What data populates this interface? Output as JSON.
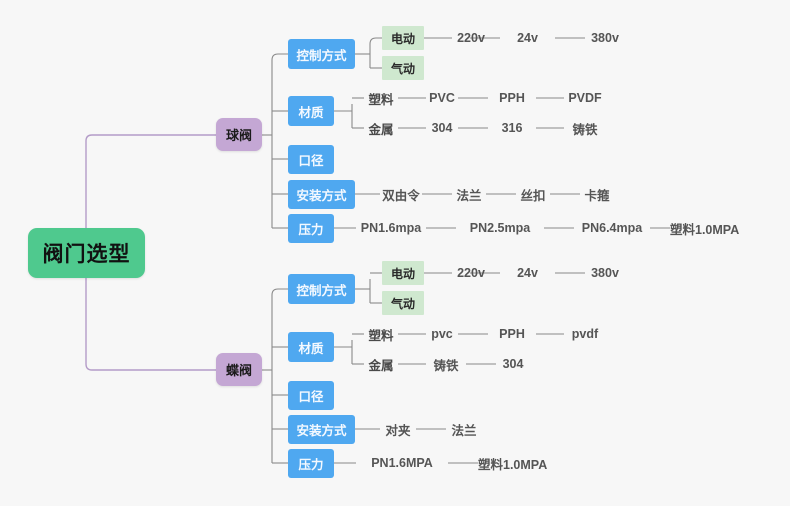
{
  "title": "阀门选型思维导图",
  "colors": {
    "background": "#f7f7f7",
    "root": "#4fc98e",
    "valve": "#c4a7d4",
    "attribute": "#4fa8f0",
    "mode": "#cfe8cf",
    "link": "#8a8a8a",
    "root_link": "#b49cc8",
    "leaf_text": "#555555"
  },
  "root": {
    "label": "阀门选型"
  },
  "branches": [
    {
      "id": "ball-valve",
      "label": "球阀",
      "attributes": [
        {
          "id": "control-mode",
          "label": "控制方式",
          "modes": [
            {
              "label": "电动",
              "leaves": [
                "220v",
                "24v",
                "380v"
              ]
            },
            {
              "label": "气动",
              "leaves": []
            }
          ],
          "leaves": []
        },
        {
          "id": "material",
          "label": "材质",
          "modes": [],
          "groups": [
            {
              "label": "塑料",
              "leaves": [
                "PVC",
                "PPH",
                "PVDF"
              ]
            },
            {
              "label": "金属",
              "leaves": [
                "304",
                "316",
                "铸铁"
              ]
            }
          ],
          "leaves": []
        },
        {
          "id": "caliber",
          "label": "口径",
          "leaves": []
        },
        {
          "id": "install-mode",
          "label": "安装方式",
          "leaves": [
            "双由令",
            "法兰",
            "丝扣",
            "卡箍"
          ]
        },
        {
          "id": "pressure",
          "label": "压力",
          "leaves": [
            "PN1.6mpa",
            "PN2.5mpa",
            "PN6.4mpa",
            "塑料1.0MPA"
          ]
        }
      ]
    },
    {
      "id": "butterfly-valve",
      "label": "蝶阀",
      "attributes": [
        {
          "id": "control-mode",
          "label": "控制方式",
          "modes": [
            {
              "label": "电动",
              "leaves": [
                "220v",
                "24v",
                "380v"
              ]
            },
            {
              "label": "气动",
              "leaves": []
            }
          ],
          "leaves": []
        },
        {
          "id": "material",
          "label": "材质",
          "modes": [],
          "groups": [
            {
              "label": "塑料",
              "leaves": [
                "pvc",
                "PPH",
                "pvdf"
              ]
            },
            {
              "label": "金属",
              "leaves": [
                "铸铁",
                "304"
              ]
            }
          ],
          "leaves": []
        },
        {
          "id": "caliber",
          "label": "口径",
          "leaves": []
        },
        {
          "id": "install-mode",
          "label": "安装方式",
          "leaves": [
            "对夹",
            "法兰"
          ]
        },
        {
          "id": "pressure",
          "label": "压力",
          "leaves": [
            "PN1.6MPA",
            "塑料1.0MPA"
          ]
        }
      ]
    }
  ]
}
